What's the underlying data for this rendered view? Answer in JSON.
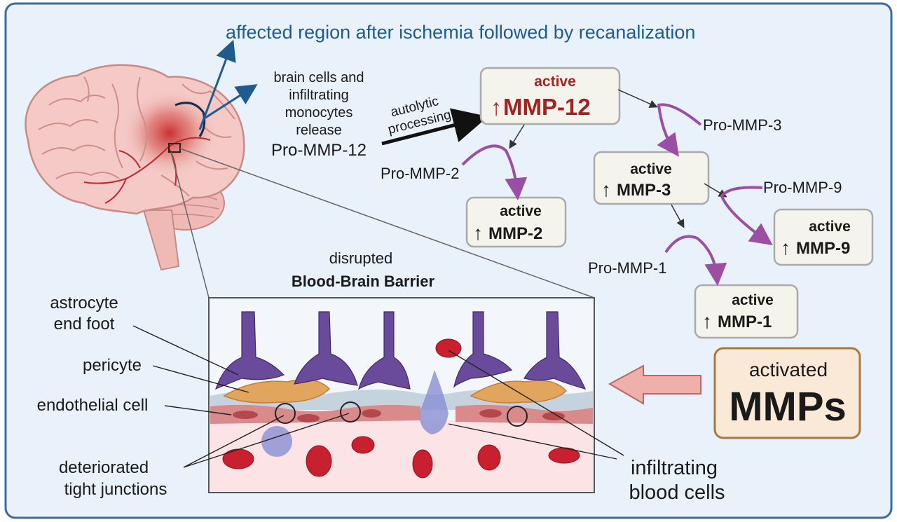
{
  "header": {
    "title": "affected region after ischemia followed by recanalization"
  },
  "release_text": {
    "lines": [
      "brain cells and",
      "infiltrating",
      "monocytes",
      "release"
    ],
    "pro": "Pro-MMP-12"
  },
  "autolytic": {
    "line1": "autolytic",
    "line2": "processing"
  },
  "mmp12": {
    "active": "active",
    "name": "MMP-12"
  },
  "mmp3": {
    "active": "active",
    "name": "MMP-3"
  },
  "mmp2": {
    "active": "active",
    "name": "MMP-2"
  },
  "mmp9": {
    "active": "active",
    "name": "MMP-9"
  },
  "mmp1": {
    "active": "active",
    "name": "MMP-1"
  },
  "pro_labels": {
    "pro3": "Pro-MMP-3",
    "pro2": "Pro-MMP-2",
    "pro9": "Pro-MMP-9",
    "pro1": "Pro-MMP-1"
  },
  "bbb": {
    "line1": "disrupted",
    "line2": "Blood-Brain Barrier"
  },
  "left_labels": {
    "astro1": "astrocyte",
    "astro2": "end foot",
    "pericyte": "pericyte",
    "endo": "endothelial cell",
    "det1": "deteriorated",
    "det2": "tight junctions"
  },
  "right_labels": {
    "infil1": "infiltrating",
    "infil2": "blood cells"
  },
  "activated": {
    "line1": "activated",
    "line2": "MMPs"
  },
  "colors": {
    "background": "#e9f1fb",
    "frame": "#3d6b9a",
    "title": "#1f5b8e",
    "mmp12_red": "#a32222",
    "purple_arrow": "#9a4fa3",
    "astrocyte": "#5b3f8c",
    "pericyte": "#e2a55d",
    "endothelial": "#d98a8a",
    "rbc": "#c8202e",
    "mmps_box": "#fbe9d7",
    "mmps_border": "#a67a3c",
    "pink_arrow": "#efb0ac"
  }
}
